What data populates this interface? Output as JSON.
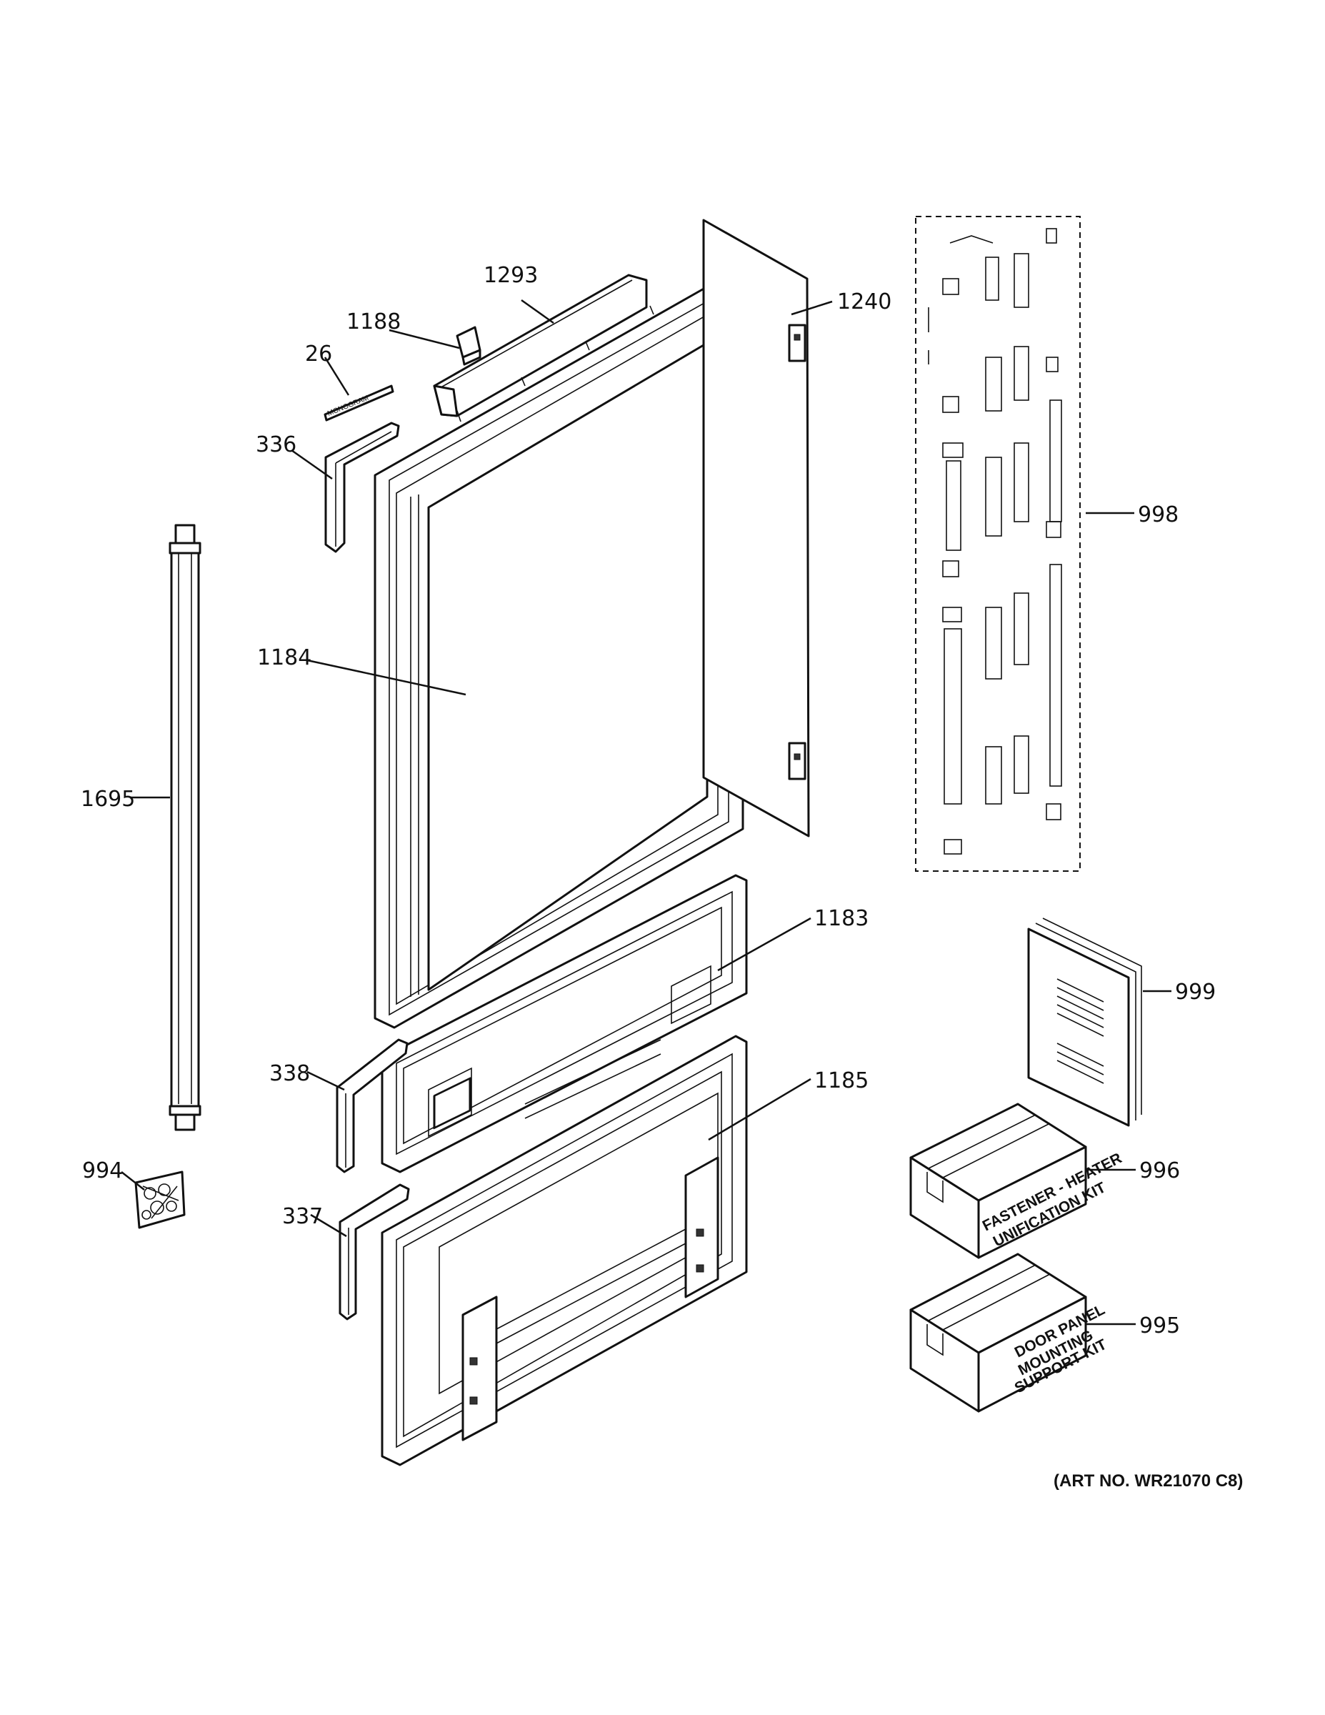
{
  "labels": {
    "p1293": "1293",
    "p1188": "1188",
    "p26": "26",
    "p336": "336",
    "p1240": "1240",
    "p998": "998",
    "p1184": "1184",
    "p1695": "1695",
    "p1183": "1183",
    "p999": "999",
    "p338": "338",
    "p1185": "1185",
    "p994": "994",
    "p996": "996",
    "p337": "337",
    "p995": "995"
  },
  "emblem": "MONOGRAM",
  "kits": {
    "fastener_line1": "FASTENER - HEATER",
    "fastener_line2": "UNIFICATION KIT",
    "door_line1": "DOOR PANEL",
    "door_line2": "MOUNTING",
    "door_line3": "SUPPORT KIT"
  },
  "art_no": "(ART NO. WR21070 C8)"
}
